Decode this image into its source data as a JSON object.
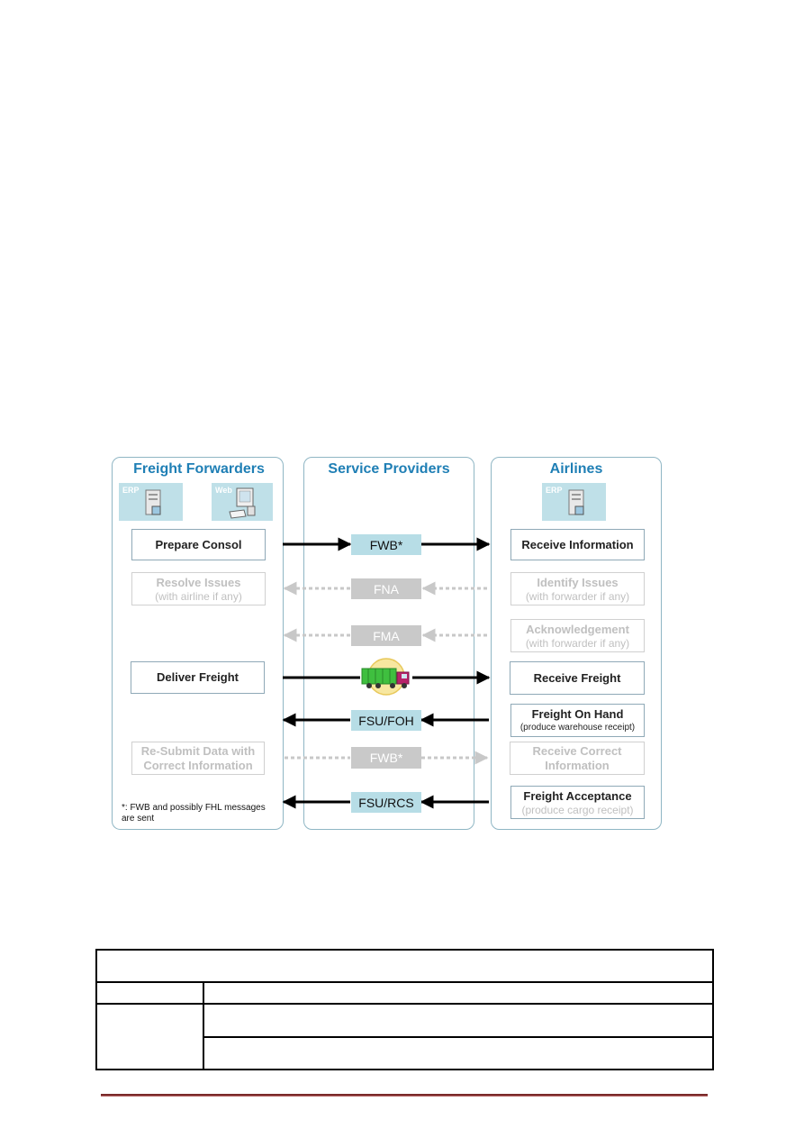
{
  "columns": {
    "forwarders": "Freight Forwarders",
    "providers": "Service Providers",
    "airlines": "Airlines"
  },
  "systems": {
    "ff_erp": "ERP",
    "ff_web": "Web",
    "al_erp": "ERP"
  },
  "forwarder_steps": {
    "prepare": "Prepare Consol",
    "resolve": "Resolve Issues",
    "resolve_sub": "(with airline if any)",
    "deliver": "Deliver Freight",
    "resubmit_1": "Re-Submit Data with",
    "resubmit_2": "Correct Information"
  },
  "airline_steps": {
    "receive_info": "Receive Information",
    "identify": "Identify Issues",
    "identify_sub": "(with forwarder if any)",
    "ack": "Acknowledgement",
    "ack_sub": "(with forwarder if any)",
    "receive_freight": "Receive Freight",
    "foh": "Freight On Hand",
    "foh_sub": "(produce warehouse receipt)",
    "correct_1": "Receive Correct",
    "correct_2": "Information",
    "acceptance": "Freight Acceptance",
    "acceptance_sub": "(produce cargo receipt)"
  },
  "messages": {
    "fwb": "FWB*",
    "fna": "FNA",
    "fma": "FMA",
    "fsu_foh": "FSU/FOH",
    "fwb_resubmit": "FWB*",
    "fsu_rcs": "FSU/RCS"
  },
  "footnote": {
    "line1": "*: FWB and possibly FHL messages",
    "line2": "are sent"
  },
  "colors": {
    "title_blue": "#1f7fb5",
    "message_bg": "#b7dde6",
    "dim_gray": "#c0c0c0",
    "footer_line": "#7a2a2a"
  }
}
